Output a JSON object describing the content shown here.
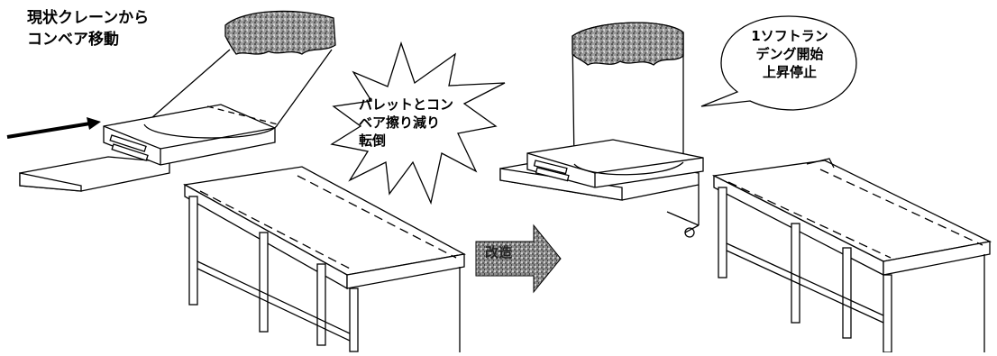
{
  "captions": {
    "current_state": "現状クレーンから\nコンベア移動",
    "problem_burst": "パレットとコン\nベア擦り減り\n転倒",
    "speech_bubble": "1ソフトラン\nデング開始\n上昇停止",
    "improvement_arrow": "改造"
  },
  "colors": {
    "line": "#000000",
    "texture_dark": "#6e6e6e",
    "texture_light": "#bdbdbd",
    "arrow_fill": "#8a8a8a"
  }
}
